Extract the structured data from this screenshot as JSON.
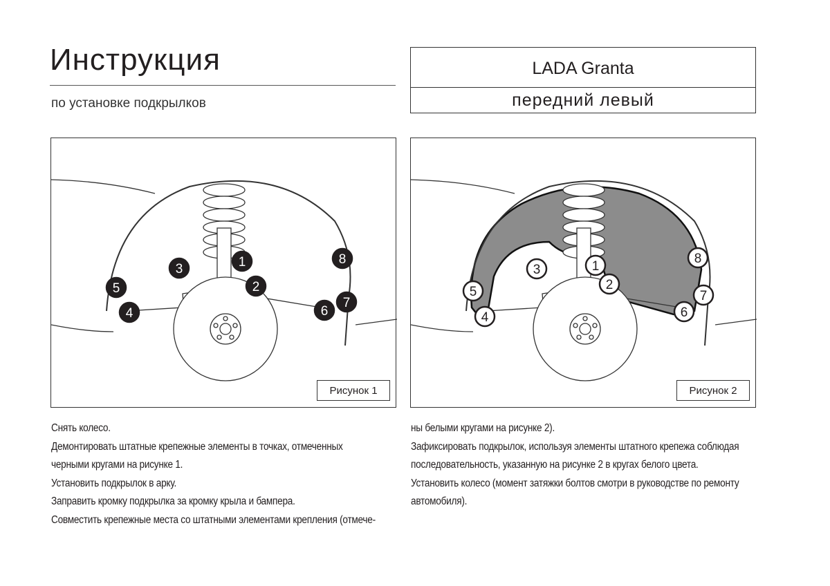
{
  "header": {
    "title": "Инструкция",
    "subtitle": "по установке подкрылков"
  },
  "model": {
    "name": "LADA Granta",
    "side": "передний левый"
  },
  "figures": [
    {
      "label": "Рисунок 1",
      "marker_style": "black",
      "markers": [
        "1",
        "2",
        "3",
        "4",
        "5",
        "6",
        "7",
        "8"
      ]
    },
    {
      "label": "Рисунок 2",
      "marker_style": "white",
      "markers": [
        "1",
        "2",
        "3",
        "4",
        "5",
        "6",
        "7",
        "8"
      ]
    }
  ],
  "colors": {
    "liner": "#8c8c8c",
    "marker_black": "#231f20",
    "marker_white": "#ffffff"
  },
  "instructions": {
    "left": [
      "Снять колесо.",
      "Демонтировать штатные крепежные элементы в точках, отмеченных",
      "черными кругами на рисунке 1.",
      "Установить подкрылок в арку.",
      "Заправить кромку подкрылка за кромку крыла и бампера.",
      "Совместить крепежные места со штатными элементами крепления (отмече-"
    ],
    "right": [
      "ны белыми кругами на рисунке 2).",
      "Зафиксировать подкрылок, используя элементы штатного крепежа соблюдая",
      "последовательность, указанную на рисунке 2 в кругах белого цвета.",
      "Установить колесо (момент затяжки болтов смотри в руководстве по ремонту",
      "автомобиля)."
    ]
  }
}
